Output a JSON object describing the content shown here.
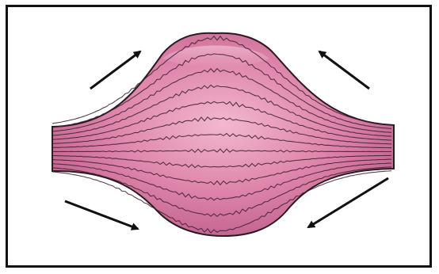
{
  "figure": {
    "colors": {
      "muscle_fill": "#dc7fa6",
      "muscle_light": "#efb2cb",
      "muscle_dark": "#b85584",
      "fiber_line": "#3d2030",
      "outline": "#2a1a22",
      "arrow": "#111111",
      "frame": "#111111",
      "background": "#ffffff"
    },
    "fiber_count": 13,
    "arrow_count": 4,
    "arrow_directions": [
      "outward-up-left",
      "outward-up-right",
      "inward-down-right",
      "inward-down-left"
    ]
  }
}
